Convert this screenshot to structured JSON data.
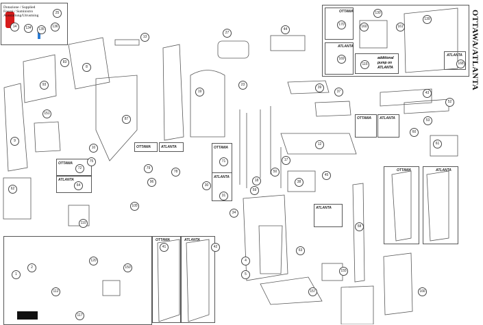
{
  "supplied_box": {
    "lines": [
      "Dotazione / Supplied",
      "Fourni / Suministro",
      "Ausstattung/Utrustning"
    ],
    "callouts": [
      "14",
      "134",
      "135",
      "136",
      "25"
    ]
  },
  "model_title": "OTTAWA/ATLANTA",
  "variants": {
    "ottawa": "OTTAWA",
    "atlanta": "ATLANTA"
  },
  "pump_note": {
    "line1": "additional",
    "line2": "pump on",
    "line3": "ATLANTA"
  },
  "top_right_callouts": [
    "170",
    "169",
    "130",
    "160",
    "161",
    "115",
    "139",
    "168"
  ],
  "callouts": [
    "83",
    "13",
    "8",
    "93",
    "9",
    "10",
    "87",
    "27",
    "19",
    "23",
    "44",
    "39",
    "37",
    "43",
    "52",
    "53",
    "60",
    "61",
    "62",
    "12",
    "38",
    "45",
    "50",
    "17",
    "18",
    "4",
    "5",
    "41",
    "42",
    "63",
    "1",
    "2",
    "30",
    "31",
    "34",
    "58",
    "59",
    "64",
    "71",
    "72",
    "75",
    "78",
    "79",
    "96",
    "105",
    "110",
    "112",
    "117",
    "120",
    "150",
    "151",
    "155",
    "157",
    "166"
  ],
  "colors": {
    "glove": "#d61b1b",
    "tool_blue": "#2a7bd3",
    "line": "#444444"
  }
}
